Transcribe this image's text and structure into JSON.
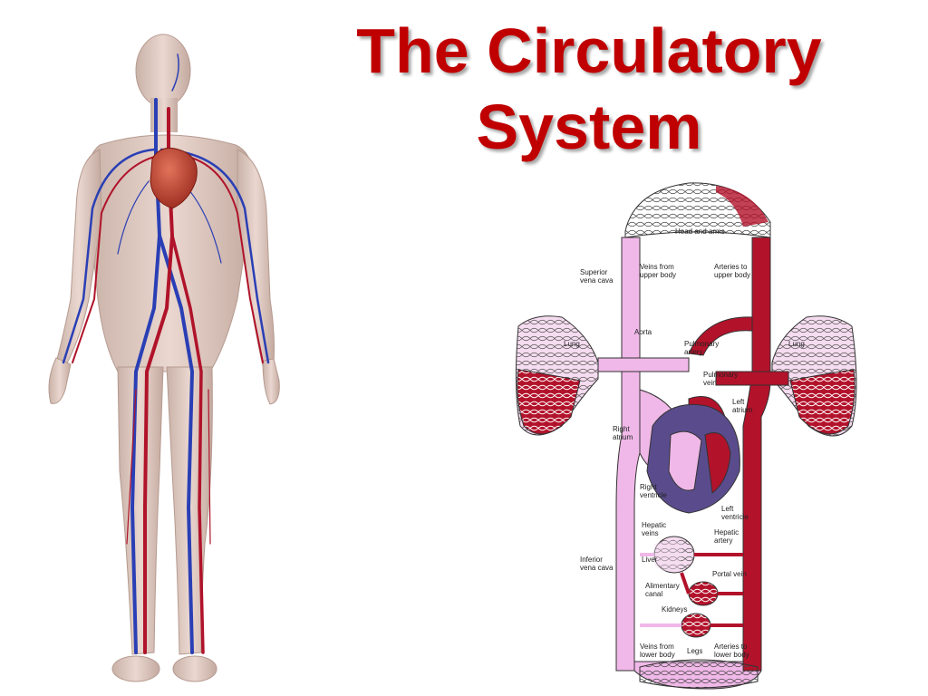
{
  "title": {
    "line1": "The Circulatory",
    "line2": "System"
  },
  "colors": {
    "title": "#c00000",
    "artery": "#b0132a",
    "vein": "#2a3fb5",
    "deoxy": "#f0b8e8",
    "oxy": "#b3122b"
  },
  "left_figure": {
    "name": "human-body-circulation-illustration"
  },
  "diagram": {
    "labels": {
      "head_arms": "Head and arms",
      "superior_vena_cava": [
        "Superior",
        "vena cava"
      ],
      "veins_upper": [
        "Veins from",
        "upper body"
      ],
      "arteries_upper": [
        "Arteries to",
        "upper body"
      ],
      "aorta": "Aorta",
      "lung_left": "Lung",
      "lung_right": "Lung",
      "pulmonary_artery": [
        "Pulmonary",
        "artery"
      ],
      "pulmonary_vein": [
        "Pulmonary",
        "vein"
      ],
      "left_atrium": [
        "Left",
        "atrium"
      ],
      "right_atrium": [
        "Right",
        "atrium"
      ],
      "right_ventricle": [
        "Right",
        "ventricle"
      ],
      "left_ventricle": [
        "Left",
        "ventricle"
      ],
      "hepatic_veins": [
        "Hepatic",
        "veins"
      ],
      "hepatic_artery": [
        "Hepatic",
        "artery"
      ],
      "inferior_vena_cava": [
        "Inferior",
        "vena cava"
      ],
      "liver": "Liver",
      "portal_vein": "Portal vein",
      "alimentary_canal": [
        "Alimentary",
        "canal"
      ],
      "kidneys": "Kidneys",
      "veins_lower": [
        "Veins from",
        "lower body"
      ],
      "legs": "Legs",
      "arteries_lower": [
        "Arteries to",
        "lower body"
      ]
    }
  }
}
